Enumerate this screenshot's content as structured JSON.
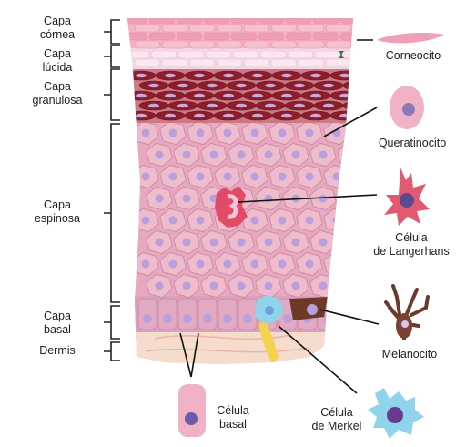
{
  "layers": {
    "cornea": "Capa\ncórnea",
    "lucida": "Capa\nlúcida",
    "granulosa": "Capa\ngranulosa",
    "espinosa": "Capa\nespinosa",
    "basal": "Capa\nbasal",
    "dermis": "Dermis"
  },
  "cells": {
    "corneocito": "Corneocito",
    "queratinocito": "Queratinocito",
    "langerhans": "Célula\nde Langerhans",
    "melanocito": "Melanocito",
    "basal": "Célula\nbasal",
    "merkel": "Célula\nde Merkel"
  },
  "colors": {
    "cornea": "#f2a7b8",
    "granulosa": "#8e1d2a",
    "espinosa": "#e9b2c6",
    "nucleus": "#b9a0dc",
    "dermis": "#f6dccc",
    "merkel": "#8fd4ea",
    "melanocyte": "#6b3a2a",
    "langerhans": "#d9485e"
  }
}
